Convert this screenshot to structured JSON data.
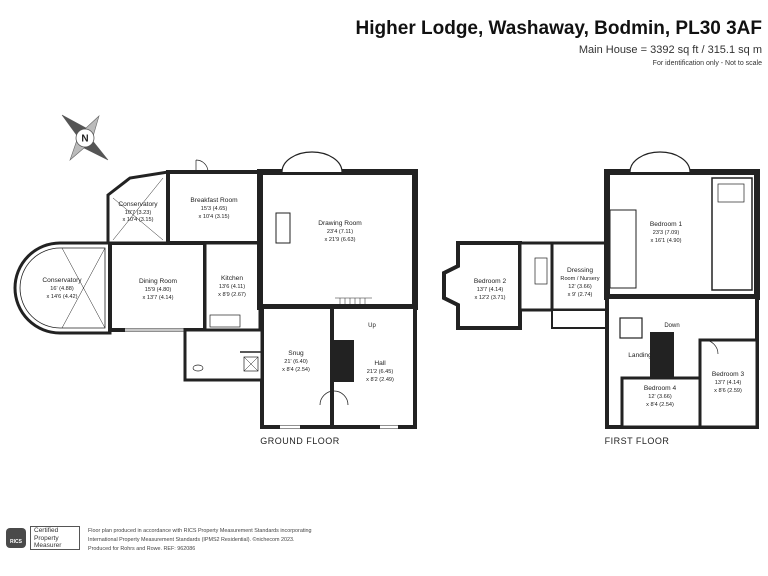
{
  "header": {
    "title": "Higher Lodge, Washaway, Bodmin, PL30 3AF",
    "area": "Main House = 3392 sq ft / 315.1 sq m",
    "note": "For identification only - Not to scale"
  },
  "compass": {
    "label": "N"
  },
  "ground_floor": {
    "label": "GROUND FLOOR",
    "rooms": [
      {
        "name": "Conservatory",
        "dims": [
          "10'7 (3.23)",
          "x 10'4 (3.15)"
        ]
      },
      {
        "name": "Breakfast Room",
        "dims": [
          "15'3 (4.65)",
          "x 10'4 (3.15)"
        ]
      },
      {
        "name": "Drawing Room",
        "dims": [
          "23'4 (7.11)",
          "x 21'9 (6.63)"
        ]
      },
      {
        "name": "Conservatory",
        "dims": [
          "16' (4.88)",
          "x 14'6 (4.42)"
        ]
      },
      {
        "name": "Dining Room",
        "dims": [
          "15'9 (4.80)",
          "x 13'7 (4.14)"
        ]
      },
      {
        "name": "Kitchen",
        "dims": [
          "13'6 (4.11)",
          "x 8'9 (2.67)"
        ]
      },
      {
        "name": "Snug",
        "dims": [
          "21' (6.40)",
          "x 8'4 (2.54)"
        ]
      },
      {
        "name": "Hall",
        "dims": [
          "21'2 (6.45)",
          "x 8'2 (2.49)"
        ]
      }
    ],
    "stair_label": "Up"
  },
  "first_floor": {
    "label": "FIRST FLOOR",
    "rooms": [
      {
        "name": "Bedroom 1",
        "dims": [
          "23'3 (7.09)",
          "x 16'1 (4.90)"
        ]
      },
      {
        "name": "Bedroom 2",
        "dims": [
          "13'7 (4.14)",
          "x 12'2 (3.71)"
        ]
      },
      {
        "name": "Dressing",
        "dims": [
          "Room / Nursery",
          "12' (3.66)",
          "x 9' (2.74)"
        ]
      },
      {
        "name": "Landing",
        "dims": []
      },
      {
        "name": "Bedroom 4",
        "dims": [
          "12' (3.66)",
          "x 8'4 (2.54)"
        ]
      },
      {
        "name": "Bedroom 3",
        "dims": [
          "13'7 (4.14)",
          "x 8'6 (2.59)"
        ]
      }
    ],
    "stair_label": "Down"
  },
  "footer": {
    "rics_badge": "RICS",
    "rics_text": [
      "Certified",
      "Property",
      "Measurer"
    ],
    "lines": [
      "Floor plan produced in accordance with RICS Property Measurement Standards incorporating",
      "International Property Measurement Standards (IPMS2 Residential). ©nichecom 2023.",
      "Produced for Rohrs and Rowe.   REF: 962086"
    ]
  }
}
